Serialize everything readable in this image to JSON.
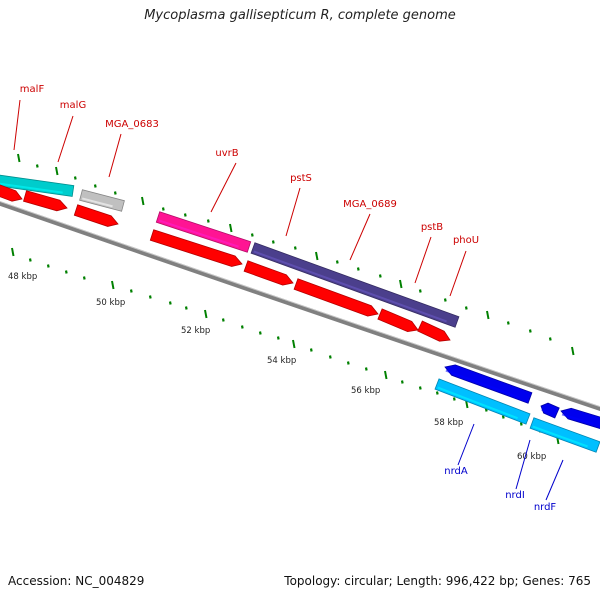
{
  "title": "Mycoplasma gallisepticum R, complete genome",
  "footer": {
    "accession": "Accession: NC_004829",
    "topology": "Topology: circular; Length: 996,422 bp; Genes: 765"
  },
  "ticks": [
    "48 kbp",
    "50 kbp",
    "52 kbp",
    "54 kbp",
    "56 kbp",
    "58 kbp",
    "60 kbp"
  ],
  "genes_forward": [
    "malF",
    "malG",
    "MGA_0683",
    "uvrB",
    "pstS",
    "MGA_0689",
    "pstB",
    "phoU"
  ],
  "genes_reverse": [
    "nrdA",
    "nrdI",
    "nrdF"
  ],
  "colors": {
    "cds": "#ff0000",
    "cyan": "#00cccc",
    "grey": "#c0c0c0",
    "magenta": "#ff1493",
    "purple": "#4b3f8c",
    "blue": "#0000ee",
    "lightblue": "#00bfff",
    "tick": "#008000",
    "backbone": "#808080",
    "forward_label": "#cc0000",
    "reverse_label": "#0000cc"
  }
}
